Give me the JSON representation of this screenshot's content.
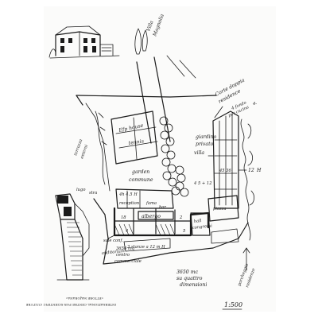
{
  "labels": {
    "villa": "Villa",
    "magnolia": "Magnolia",
    "corte_doppia_l1": "Corte doppia",
    "corte_doppia_l2": "residence",
    "fondo_l1": "4 fondo",
    "fondo_l2": "per cucina",
    "fondo_l3": "4-",
    "efp_house": "Efp house",
    "tennis": "tennis",
    "giardino_l1": "giardino",
    "giardino_l2": "privato",
    "giardino_l3": "villa",
    "garden_l1": "garden",
    "garden_l2": "commune",
    "terrazza_l1": "terrazza",
    "terrazza_l2": "esterni",
    "h45": "4h 4.5 H",
    "reception": "reception",
    "fama": "fama",
    "albergo": "albergo",
    "bar": "bar",
    "n18": "18",
    "n2": "2",
    "n4": "4",
    "n5": "5",
    "lugo": "lugo",
    "stra": "stra",
    "sale_conf": "sale conf.",
    "auditorium": "auditorium",
    "hall_cong_l1": "hall",
    "hall_cong_l2": "congressi",
    "piazza": "piazza",
    "mq_l1": "3650 mq",
    "mq_l2": "centro",
    "mq_l3": "commerciale",
    "stanze": "3 stanze a 12 m H",
    "pianta_l1": "3650 mc",
    "pianta_l2": "su quattro",
    "pianta_l3": "dimensioni",
    "park": "4 5 + 12",
    "residenze_l1": "parcheggio",
    "residenze_l2": "residenze",
    "n4536": "45 36",
    "n12": "12",
    "hotel": "H",
    "caption_l1": "INTERNATIONAL CENTRE FOR SCIENTIFIC CULTURE",
    "caption_l2": "«ETTORE MAJORANA»",
    "scale": "1:500"
  },
  "colors": {
    "ink": "#1b1b1b",
    "paper": "#fbfbfa",
    "background": "#ffffff"
  }
}
